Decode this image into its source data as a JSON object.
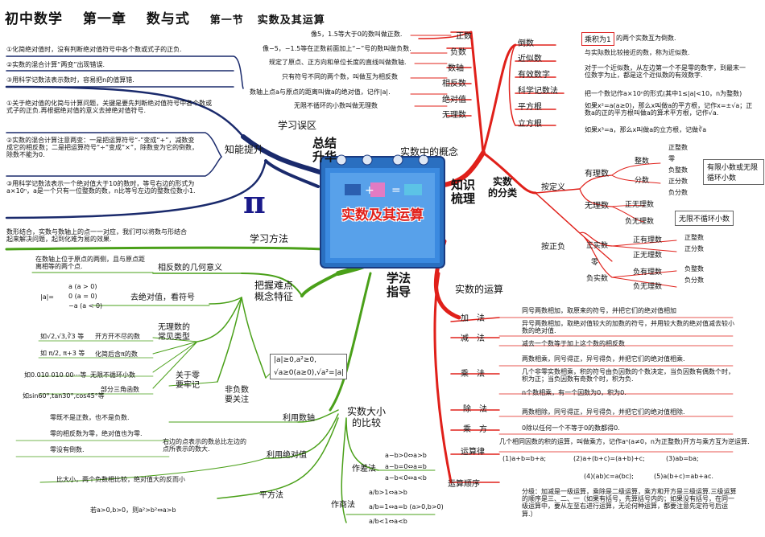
{
  "header": {
    "title": "初中数学",
    "chapter": "第一章",
    "chapter_name": "数与式",
    "section": "第一节",
    "section_name": "实数及其运算"
  },
  "center": {
    "banner": "实数及其运算"
  },
  "hubs": {
    "summary": "总结\n升华",
    "knowledge": "知识\n梳理",
    "method": "学法\n指导"
  },
  "summary": {
    "mistakes_title": "学习误区",
    "mistakes": [
      "①化简绝对值时，没有判断绝对值符号中各个数或式子的正负.",
      "②实数的混合计算“两变”出现错误.",
      "③用科学记数法表示数时，容易把n的值算错."
    ],
    "improve_title": "知能提升",
    "improve": [
      "①关于绝对值的化简与计算问题，关键是要先判断绝对值符号中各个数或式子的正负.再根据绝对值的意义去掉绝对值符号.",
      "②实数的混合计算注意两变：一是把运算符号“-”变成“+”，减数变成它的相反数；二是把运算符号“÷”变成“×”，除数变为它的倒数，除数不能为0.",
      "③用科学记数法表示一个绝对值大于10的数时，等号右边的形式为a×10ⁿ，a是一个只有一位整数的数，n比等号左边的整数位数小1."
    ]
  },
  "concepts": {
    "title": "实数中的概念",
    "left": [
      {
        "label": "正数",
        "desc": "像5，1.5等大于0的数叫做正数."
      },
      {
        "label": "负数",
        "desc": "像−5，−1.5等在正数前面加上“−”号的数叫做负数."
      },
      {
        "label": "数轴",
        "desc": "规定了原点、正方向和单位长度的直线叫做数轴."
      },
      {
        "label": "相反数",
        "desc": "只有符号不同的两个数，叫做互为相反数"
      },
      {
        "label": "绝对值",
        "desc": "数轴上点a与原点的距离叫做a的绝对值，记作|a|."
      },
      {
        "label": "无理数",
        "desc": "无限不循环的小数叫做无理数"
      }
    ],
    "right": [
      {
        "label": "倒数",
        "desc_box": "乘积为1",
        "desc": "的两个实数互为倒数."
      },
      {
        "label": "近似数",
        "desc": "与实际数比较接近的数，称为近似数."
      },
      {
        "label": "有效数字",
        "desc": "对于一个近似数，从左边第一个不是零的数字，到最末一位数字为止，都是这个近似数的有效数字."
      },
      {
        "label": "科学记数法",
        "desc": "把一个数记作a×10ⁿ的形式(其中1≤|a|<10，n为整数)"
      },
      {
        "label": "平方根",
        "desc": "如果x²=a(a≥0)，那么x叫做a的平方根，记作x=±√a；正数a的正的平方根叫做a的算术平方根，记作√a."
      },
      {
        "label": "立方根",
        "desc": "如果x³=a，那么x叫做a的立方根，记做∛a"
      }
    ]
  },
  "classification": {
    "title": "实数\n的分类",
    "by_def": "按定义",
    "rational": "有理数",
    "integer": "整数",
    "fraction": "分数",
    "zero": "零",
    "pos_int": "正整数",
    "neg_int": "负整数",
    "pos_frac": "正分数",
    "neg_frac": "负分数",
    "finite_note": "有限小数或无限循环小数",
    "irrational": "无理数",
    "pos_irr": "正无理数",
    "neg_irr": "负无理数",
    "infinite_note": "无限不循环小数",
    "by_sign": "按正负",
    "pos_real": "正实数",
    "neg_real": "负实数",
    "pos_rat": "正有理数",
    "pos_irr2": "正无理数",
    "neg_rat": "负有理数",
    "neg_irr2": "负无理数",
    "pos_int2": "正整数",
    "pos_frac2": "正分数",
    "neg_int2": "负整数",
    "neg_frac2": "负分数",
    "zero2": "零"
  },
  "operations": {
    "title": "实数的运算",
    "add": "加　法",
    "add_1": "同号两数相加，取原来的符号，并把它们的绝对值相加",
    "add_2": "异号两数相加，取绝对值较大的加数的符号，并用较大数的绝对值减去较小数的绝对值.",
    "sub": "减　法",
    "sub_1": "减去一个数等于加上这个数的相反数",
    "mul": "乘　法",
    "mul_1": "两数相乘，同号得正，异号得负，并把它们的绝对值相乘.",
    "mul_2": "几个非零实数相乘，积的符号由负因数的个数决定，当负因数有偶数个时，积为正；当负因数有奇数个时，积为负.",
    "mul_3": "n个数相乘，有一个因数为0，积为0.",
    "div": "除　法",
    "div_1": "两数相除，同号得正，异号得负，并把它们的绝对值相除.",
    "div_2": "0除以任何一个不等于0的数都得0.",
    "pow": "乘　方",
    "pow_1": "几个相同因数的积的运算，叫做乘方，记作aⁿ(a≠0，n为正整数)开方与乘方互为逆运算.",
    "laws": "运算律",
    "law_1": "(1)a+b=b+a;",
    "law_2": "(2)a+(b+c)=(a+b)+c;",
    "law_3": "(3)ab=ba;",
    "law_4": "(4)(ab)c=a(bc);",
    "law_5": "(5)a(b+c)=ab+ac.",
    "order": "运算顺序",
    "order_1": "分级：加减是一级运算，乘除是二级运算，乘方和开方是三级运算.三级运算的顺序是三、二、一（如果有括号，先算括号内的；如果没有括号，在同一级运算中，要从左至右进行运算，无论何种运算，都要注意先定符号后运算.）"
  },
  "method": {
    "learn": "学习方法",
    "learn_text": "数形结合，实数与数轴上的点一一对应，我们可以将数与形结合起来解决问题，起到化难为易的效果.",
    "key": "把握难点\n概念特征",
    "opp_geo": "相反数的几何意义",
    "opp_geo_text": "在数轴上位于原点的两侧，且与原点距离相等的两个点.",
    "abs_label": "去绝对值，看符号",
    "abs_lhs": "|a|=",
    "abs_1": "a (a > 0)",
    "abs_2": "0 (a = 0)",
    "abs_3": "−a (a < 0)",
    "irr_types": "无理数的\n常见类型",
    "irr_1": "如√2,√3,∛3 等",
    "irr_1b": "开方开不尽的数",
    "irr_2": "如 π/2, π+3 等",
    "irr_2b": "化简后含π的数",
    "irr_3": "如0.010 010 00⋯等",
    "irr_3b": "无限不循环小数",
    "irr_4": "如sin60°,tan30°,cos45°等",
    "irr_4b": "部分三角函数",
    "zero_title": "关于零\n要牢记",
    "zero_1": "零既不是正数，也不是负数.",
    "zero_2": "零的相反数为零，绝对值也为零.",
    "zero_3": "零没有倒数.",
    "nonneg": "非负数\n要关注",
    "nonneg_1": "|a|≥0,a²≥0,",
    "nonneg_2": "√a≥0(a≥0),√a²=|a|",
    "compare": "实数大小\n的比较",
    "axis": "利用数轴",
    "axis_text": "右边的点表示的数总比左边的点所表示的数大.",
    "abs": "利用绝对值",
    "abs_text": "比大小，两个负数相比较，绝对值大的反而小",
    "sq": "平方法",
    "sq_text": "若a>0,b>0，则a²>b²⇔a>b",
    "diff": "作差法",
    "diff_1": "a−b>0⇔a>b",
    "diff_2": "a−b=0⇔a=b",
    "diff_3": "a−b<0⇔a<b",
    "quot": "作商法",
    "quot_1": "a/b>1⇔a>b",
    "quot_2": "a/b=1⇔a=b (a>0,b>0)",
    "quot_3": "a/b<1⇔a<b"
  },
  "colors": {
    "summary": "#1a2a6c",
    "knowledge": "#e0201a",
    "method": "#4aa019"
  }
}
